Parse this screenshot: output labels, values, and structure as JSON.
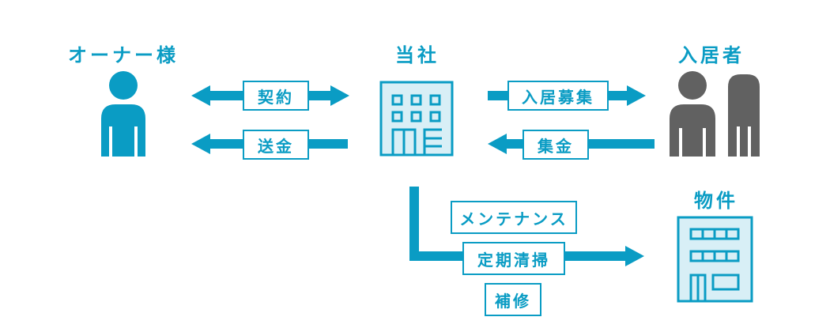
{
  "nodes": {
    "owner": "オーナー様",
    "company": "当社",
    "residents": "入居者",
    "property": "物件"
  },
  "flows": {
    "contract": "契約",
    "remittance": "送金",
    "tenant_recruitment": "入居募集",
    "rent_collection": "集金",
    "maintenance": "メンテナンス",
    "periodic_cleaning": "定期清掃",
    "repairs": "補修"
  },
  "colors": {
    "accent": "#0a9cc4",
    "building_fill": "#d8eff6",
    "resident_gray": "#616161"
  }
}
